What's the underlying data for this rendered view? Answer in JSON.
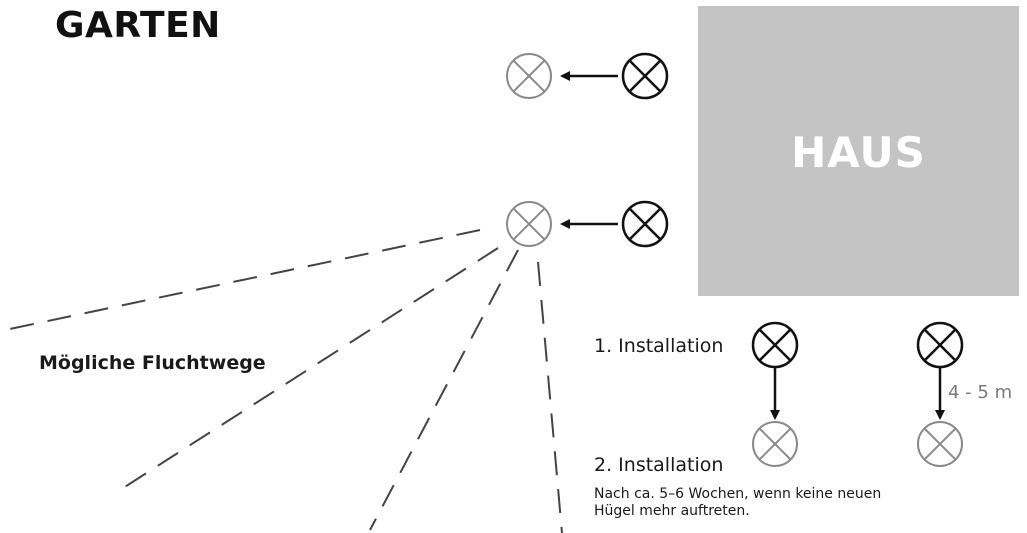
{
  "title": "GARTEN",
  "house": {
    "label": "HAUS",
    "color": "#c4c4c4"
  },
  "escape_routes_label": "Mögliche Fluchtwege",
  "steps": {
    "first": "1. Installation",
    "second": "2. Installation",
    "note": "Nach ca. 5–6 Wochen, wenn keine neuen Hügel mehr auftreten."
  },
  "distance_label": "4 - 5 m",
  "colors": {
    "old_position": "#111111",
    "new_position": "#8a8a8a",
    "escape_path": "#444444"
  },
  "icons": {
    "trap_marker": "circle-x-icon",
    "move_arrow": "arrow-icon"
  }
}
